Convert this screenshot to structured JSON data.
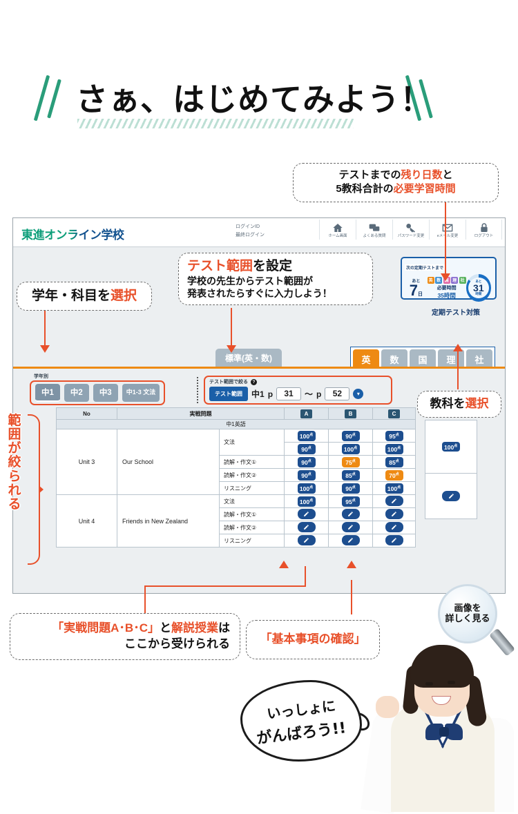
{
  "hero": {
    "title": "さぁ、はじめてみよう！"
  },
  "callouts": {
    "countdown": {
      "line1_a": "テストまでの",
      "line1_b": "残り日数",
      "line1_c": "と",
      "line2_a": "5教科合計の",
      "line2_b": "必要学習時間"
    },
    "grade_subject": {
      "a": "学年・科目を",
      "b": "選択"
    },
    "test_range": {
      "title_a": "テスト範囲",
      "title_b": "を設定",
      "line2": "学校の先生からテスト範囲が",
      "line3": "発表されたらすぐに入力しよう！"
    },
    "subject_select": {
      "a": "教科を",
      "b": "選択"
    },
    "range_narrowed": {
      "text": "範囲が絞られる"
    },
    "practice": {
      "line1_a": "「実戦問題A･B･C」",
      "line1_b": "と",
      "line1_c": "解説授業",
      "line1_d": "は",
      "line2": "ここから受けられる"
    },
    "basics": {
      "text": "「基本事項の確認」"
    },
    "magnifier": {
      "line1": "画像を",
      "line2": "詳しく見る"
    },
    "speech": {
      "line1": "いっしょに",
      "line2": "がんばろう!!"
    }
  },
  "app": {
    "logo": "東進オンライン学校",
    "login_meta": {
      "id_label": "ログインID",
      "last_label": "最終ログイン"
    },
    "nav": [
      {
        "icon": "home-icon",
        "label": "ホーム画面"
      },
      {
        "icon": "faq-chat-icon",
        "label": "よくある質問"
      },
      {
        "icon": "key-icon",
        "label": "パスワード変更"
      },
      {
        "icon": "mail-icon",
        "label": "eメール変更"
      },
      {
        "icon": "lock-icon",
        "label": "ログアウト"
      }
    ],
    "countdown": {
      "title": "次の定期テストまで",
      "ato": "あと",
      "days": "7",
      "days_unit": "日",
      "need_label": "必要時間",
      "need_value": "35時間",
      "chips": [
        {
          "label": "英",
          "color": "#ee8a13"
        },
        {
          "label": "数",
          "color": "#3d8fd1"
        },
        {
          "label": "国",
          "color": "#e06aa6"
        },
        {
          "label": "理",
          "color": "#8b6fd0"
        },
        {
          "label": "社",
          "color": "#5ab360"
        }
      ],
      "ring": {
        "ato": "あと",
        "value": "31",
        "unit": "時間",
        "percent": 86
      }
    },
    "section_title": "定期テスト対策",
    "standard_tab": "標準(英・数)",
    "subject_tabs": [
      {
        "label": "英",
        "active": true
      },
      {
        "label": "数",
        "active": false
      },
      {
        "label": "国",
        "active": false
      },
      {
        "label": "理",
        "active": false
      },
      {
        "label": "社",
        "active": false
      }
    ],
    "filter": {
      "grade_label": "学年別",
      "grades": [
        {
          "label": "中1",
          "selected": true
        },
        {
          "label": "中2",
          "selected": false
        },
        {
          "label": "中3",
          "selected": false
        },
        {
          "label": "中1-3 文法",
          "selected": false
        }
      ],
      "range_label": "テスト範囲で絞る",
      "range_help": "?",
      "range_button": "テスト範囲",
      "range_grade": "中1",
      "p_prefix": "p",
      "page_from": "31",
      "tilde": "～",
      "page_to": "52",
      "caret": "▼"
    },
    "table": {
      "headers": {
        "no": "No",
        "title": "実戦問題",
        "a": "A",
        "b": "B",
        "c": "C"
      },
      "group_label": "中1英語",
      "units": [
        {
          "no": "Unit 3",
          "topic": "Our School",
          "rows": [
            {
              "skill": "文法",
              "cells": [
                {
                  "type": "score",
                  "value": "100",
                  "unit": "点",
                  "warn": false
                },
                {
                  "type": "score",
                  "value": "90",
                  "unit": "点",
                  "warn": false
                },
                {
                  "type": "score",
                  "value": "95",
                  "unit": "点",
                  "warn": false
                }
              ]
            },
            {
              "skill": "",
              "cells": [
                {
                  "type": "score",
                  "value": "90",
                  "unit": "点",
                  "warn": false
                },
                {
                  "type": "score",
                  "value": "100",
                  "unit": "点",
                  "warn": false
                },
                {
                  "type": "score",
                  "value": "100",
                  "unit": "点",
                  "warn": false
                }
              ]
            },
            {
              "skill": "読解・作文①",
              "cells": [
                {
                  "type": "score",
                  "value": "90",
                  "unit": "点",
                  "warn": false
                },
                {
                  "type": "score",
                  "value": "75",
                  "unit": "点",
                  "warn": true
                },
                {
                  "type": "score",
                  "value": "85",
                  "unit": "点",
                  "warn": false
                }
              ]
            },
            {
              "skill": "読解・作文②",
              "cells": [
                {
                  "type": "score",
                  "value": "90",
                  "unit": "点",
                  "warn": false
                },
                {
                  "type": "score",
                  "value": "85",
                  "unit": "点",
                  "warn": false
                },
                {
                  "type": "score",
                  "value": "70",
                  "unit": "点",
                  "warn": true
                }
              ]
            },
            {
              "skill": "リスニング",
              "cells": [
                {
                  "type": "score",
                  "value": "100",
                  "unit": "点",
                  "warn": false
                },
                {
                  "type": "score",
                  "value": "90",
                  "unit": "点",
                  "warn": false
                },
                {
                  "type": "score",
                  "value": "100",
                  "unit": "点",
                  "warn": false
                }
              ]
            }
          ],
          "extra": {
            "type": "score",
            "value": "100",
            "unit": "点",
            "warn": false
          }
        },
        {
          "no": "Unit 4",
          "topic": "Friends in New Zealand",
          "rows": [
            {
              "skill": "文法",
              "cells": [
                {
                  "type": "score",
                  "value": "100",
                  "unit": "点",
                  "warn": false
                },
                {
                  "type": "score",
                  "value": "95",
                  "unit": "点",
                  "warn": false
                },
                {
                  "type": "pencil"
                }
              ]
            },
            {
              "skill": "読解・作文①",
              "cells": [
                {
                  "type": "pencil"
                },
                {
                  "type": "pencil"
                },
                {
                  "type": "pencil"
                }
              ]
            },
            {
              "skill": "読解・作文②",
              "cells": [
                {
                  "type": "pencil"
                },
                {
                  "type": "pencil"
                },
                {
                  "type": "pencil"
                }
              ]
            },
            {
              "skill": "リスニング",
              "cells": [
                {
                  "type": "pencil"
                },
                {
                  "type": "pencil"
                },
                {
                  "type": "pencil"
                }
              ]
            }
          ],
          "extra": {
            "type": "pencil"
          }
        }
      ]
    }
  },
  "colors": {
    "accent_orange": "#e8502a",
    "brand_blue": "#1a5fa8",
    "tab_orange": "#ee8a13",
    "score_blue": "#1d4e8f",
    "green": "#2a9d7a"
  }
}
